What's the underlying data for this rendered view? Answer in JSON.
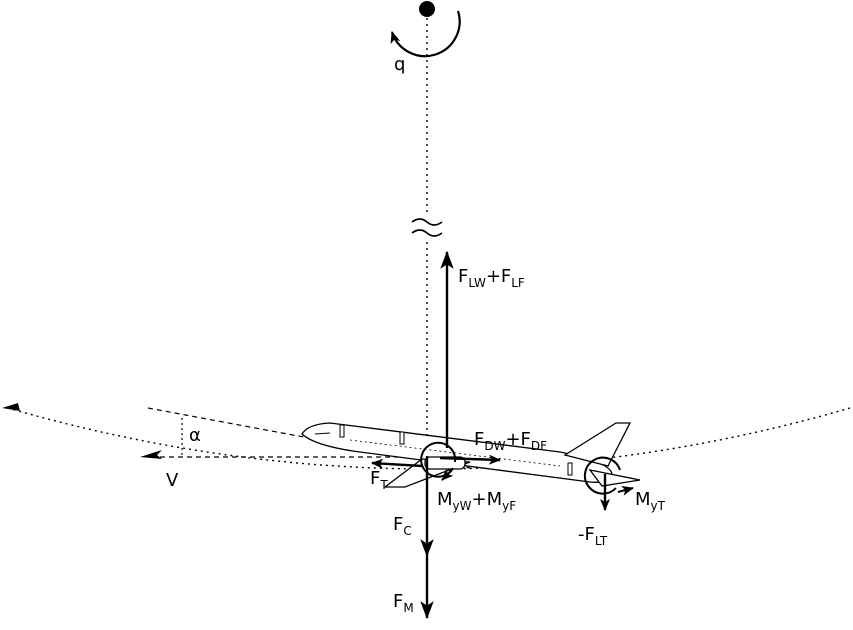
{
  "labels": {
    "q": "q",
    "alpha": "α",
    "v": "V",
    "lift_main": "F",
    "lift_lw_sub": "LW",
    "lift_plus": "+F",
    "lift_lf_sub": "LF",
    "drag_main": "F",
    "drag_dw_sub": "DW",
    "drag_plus": "+F",
    "drag_df_sub": "DF",
    "thrust_main": "F",
    "thrust_sub": "T",
    "moment_main": "M",
    "moment_yw_sub": "yW",
    "moment_plus": "+M",
    "moment_yf_sub": "yF",
    "tail_moment_main": "M",
    "tail_moment_sub": "yT",
    "tail_lift_main": "-F",
    "tail_lift_sub": "LT",
    "centrifugal_main": "F",
    "centrifugal_sub": "C",
    "weight_main": "F",
    "weight_sub": "M"
  },
  "colors": {
    "ink": "#000000",
    "background": "#ffffff"
  },
  "icons": {
    "aircraft": "aircraft-side-view-icon",
    "pivot": "center-of-rotation-icon"
  }
}
